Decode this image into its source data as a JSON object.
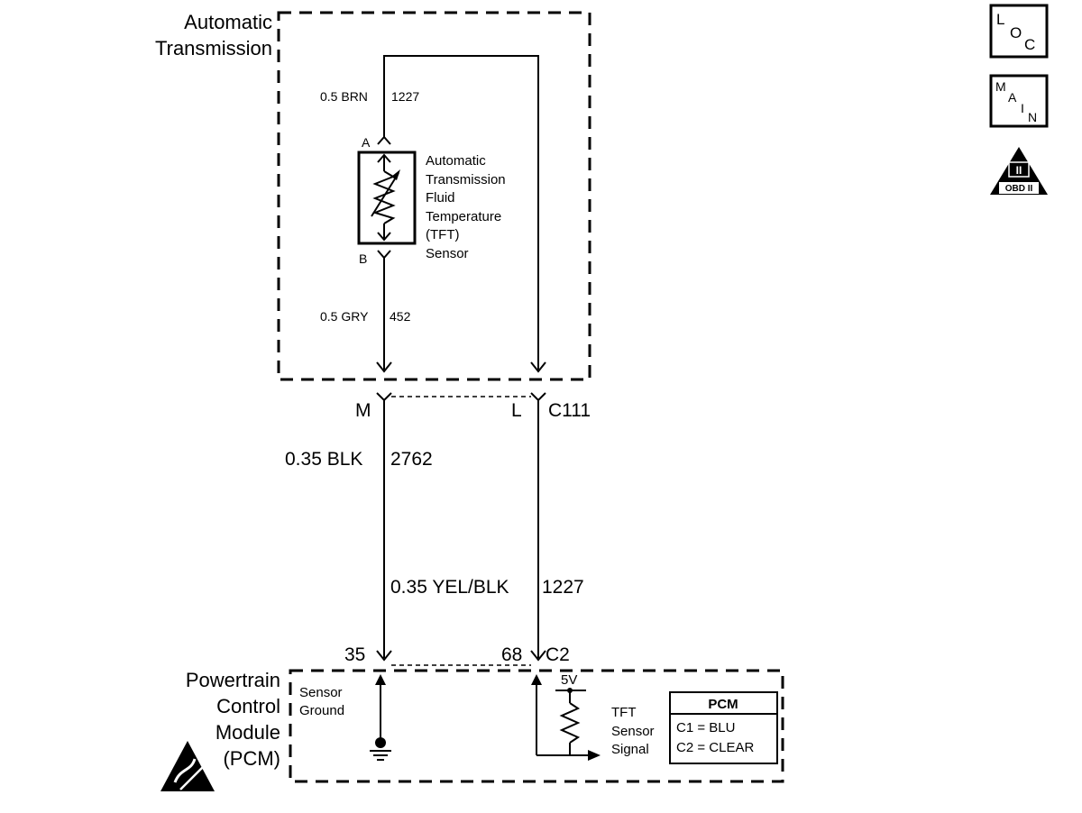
{
  "automatic_transmission": {
    "label_line1": "Automatic",
    "label_line2": "Transmission"
  },
  "sensor": {
    "label_lines": [
      "Automatic",
      "Transmission",
      "Fluid",
      "Temperature",
      "(TFT)",
      "Sensor"
    ],
    "terminal_a": "A",
    "terminal_b": "B"
  },
  "wires": {
    "brn_upper": "0.5 BRN",
    "brn_upper_circuit": "1227",
    "gry_upper": "0.5 GRY",
    "gry_upper_circuit": "452",
    "blk": "0.35 BLK",
    "blk_circuit": "2762",
    "yel": "0.35 YEL/BLK",
    "yel_circuit": "1227"
  },
  "connectors": {
    "c111_left_pin": "M",
    "c111_right_pin": "L",
    "c111_name": "C111",
    "pcm_left_pin": "35",
    "pcm_right_pin": "68",
    "pcm_connector": "C2"
  },
  "pcm": {
    "label_lines": [
      "Powertrain",
      "Control",
      "Module",
      "(PCM)"
    ],
    "sensor_ground_lines": [
      "Sensor",
      "Ground"
    ],
    "tft_signal_lines": [
      "TFT",
      "Sensor",
      "Signal"
    ],
    "voltage": "5V",
    "table_title": "PCM",
    "table_rows": [
      "C1 = BLU",
      "C2 = CLEAR"
    ]
  },
  "icons": {
    "loc": {
      "l": "L",
      "o": "O",
      "c": "C"
    },
    "main": {
      "m": "M",
      "a": "A",
      "i": "I",
      "n": "N"
    },
    "obd_label": "OBD II",
    "obd_roman": "II"
  }
}
